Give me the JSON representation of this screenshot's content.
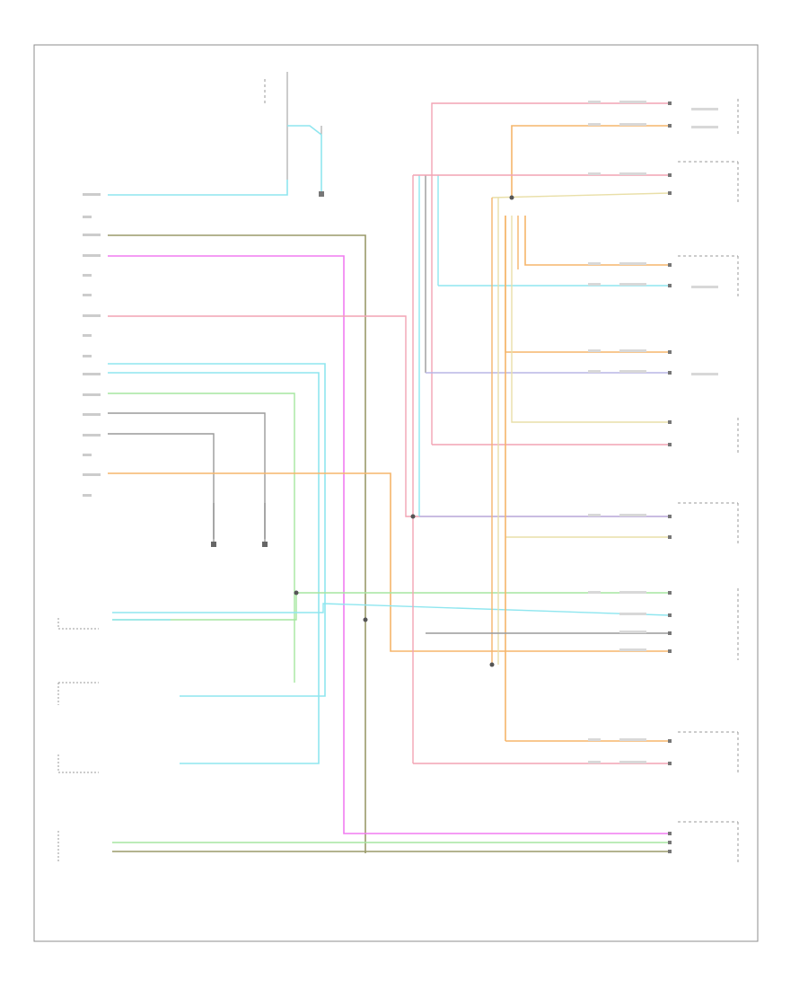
{
  "footer_code": "",
  "colors": {
    "frame": "#888888",
    "cyan": "#8fe6ef",
    "olive": "#9a9a6a",
    "magenta": "#f07cf0",
    "pink": "#f2a4b4",
    "green": "#a6e6a0",
    "gray": "#9a9a9a",
    "orange": "#f5b56b",
    "lightyellow": "#e9dfa8",
    "lavender": "#b9b6e6",
    "black": "#555555"
  },
  "wires": [
    {
      "id": "w-cyan-top",
      "color": "cyan",
      "label": ""
    },
    {
      "id": "w-olive-main",
      "color": "olive",
      "label": ""
    },
    {
      "id": "w-magenta-main",
      "color": "magenta",
      "label": ""
    },
    {
      "id": "w-pink-main",
      "color": "pink",
      "label": ""
    },
    {
      "id": "w-cyan-mid-1",
      "color": "cyan",
      "label": ""
    },
    {
      "id": "w-cyan-mid-2",
      "color": "cyan",
      "label": ""
    },
    {
      "id": "w-green-mid",
      "color": "green",
      "label": ""
    },
    {
      "id": "w-gray-mid-1",
      "color": "gray",
      "label": ""
    },
    {
      "id": "w-gray-mid-2",
      "color": "gray",
      "label": ""
    },
    {
      "id": "w-orange-main",
      "color": "orange",
      "label": ""
    },
    {
      "id": "w-right-bus",
      "color": "orange",
      "label": ""
    }
  ]
}
